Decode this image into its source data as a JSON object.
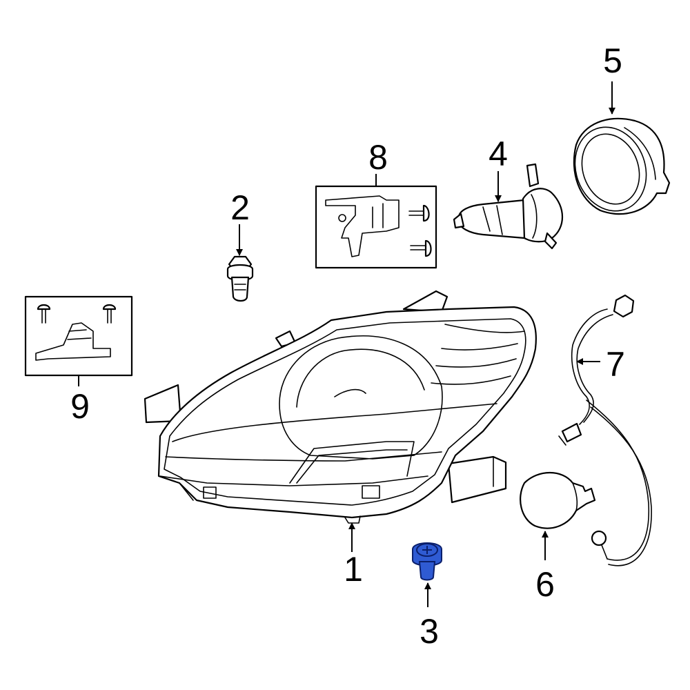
{
  "callouts": [
    {
      "id": "1",
      "label": "1"
    },
    {
      "id": "2",
      "label": "2"
    },
    {
      "id": "3",
      "label": "3"
    },
    {
      "id": "4",
      "label": "4"
    },
    {
      "id": "5",
      "label": "5"
    },
    {
      "id": "6",
      "label": "6"
    },
    {
      "id": "7",
      "label": "7"
    },
    {
      "id": "8",
      "label": "8"
    },
    {
      "id": "9",
      "label": "9"
    }
  ],
  "colors": {
    "line": "#000000",
    "highlight": "#2f5bd3",
    "background": "#ffffff"
  },
  "highlighted_part": "3"
}
